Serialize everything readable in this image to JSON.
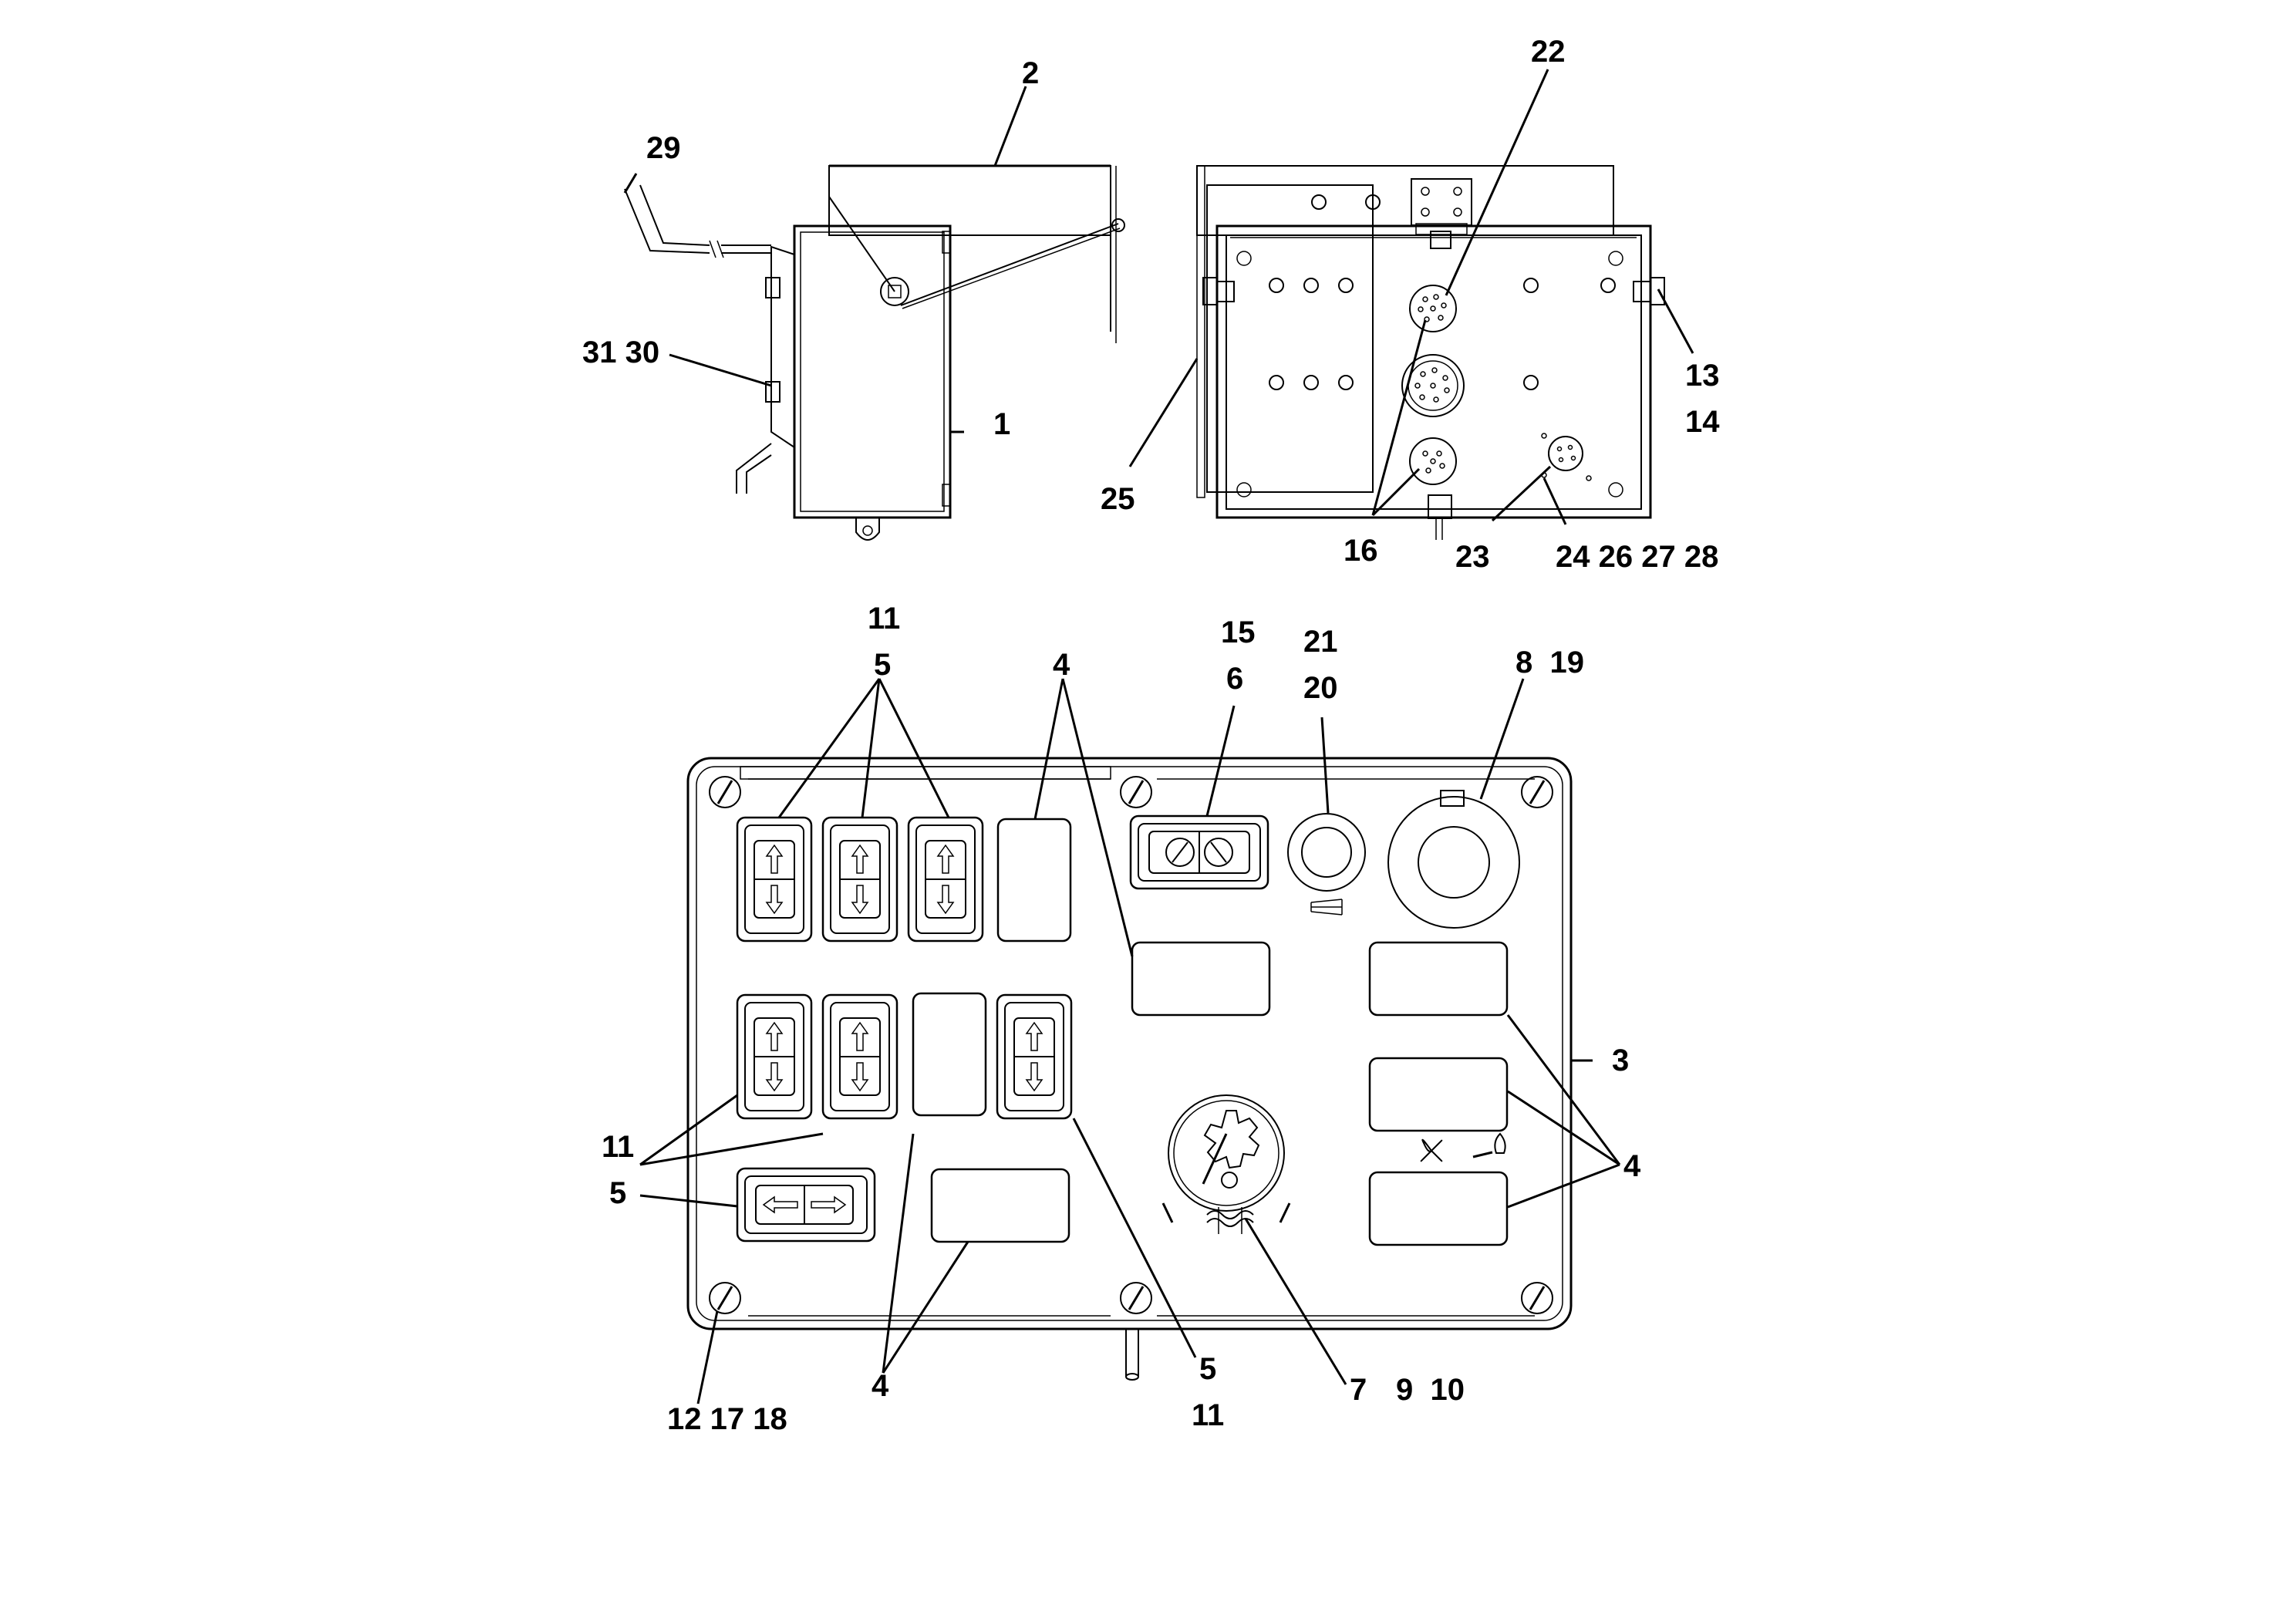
{
  "callouts": {
    "c29": "29",
    "c2": "2",
    "c3130": "31 30",
    "c1": "1",
    "c22": "22",
    "c13": "13",
    "c14": "14",
    "c25": "25",
    "c16": "16",
    "c23": "23",
    "c24_28": "24 26 27 28",
    "c11_top": "11",
    "c5_top": "5",
    "c4_top": "4",
    "c15": "15",
    "c6": "6",
    "c21": "21",
    "c20": "20",
    "c8_19": "8  19",
    "c3": "3",
    "c11_left": "11",
    "c5_left": "5",
    "c4_right": "4",
    "c4_bottom": "4",
    "c5_bottom": "5",
    "c11_bottom": "11",
    "c7": "7",
    "c9_10": "9  10",
    "c12_18": "12 17 18"
  },
  "icons": {
    "rocker_up_down": "up-down-arrow-rocker-icon",
    "rocker_left_right": "left-right-arrow-rocker-icon",
    "horn": "horn-icon",
    "fan": "fan-icon",
    "heater": "heater-flame-icon",
    "fuel_heat": "heat-symbol-icon",
    "screw": "screw-head-icon"
  }
}
